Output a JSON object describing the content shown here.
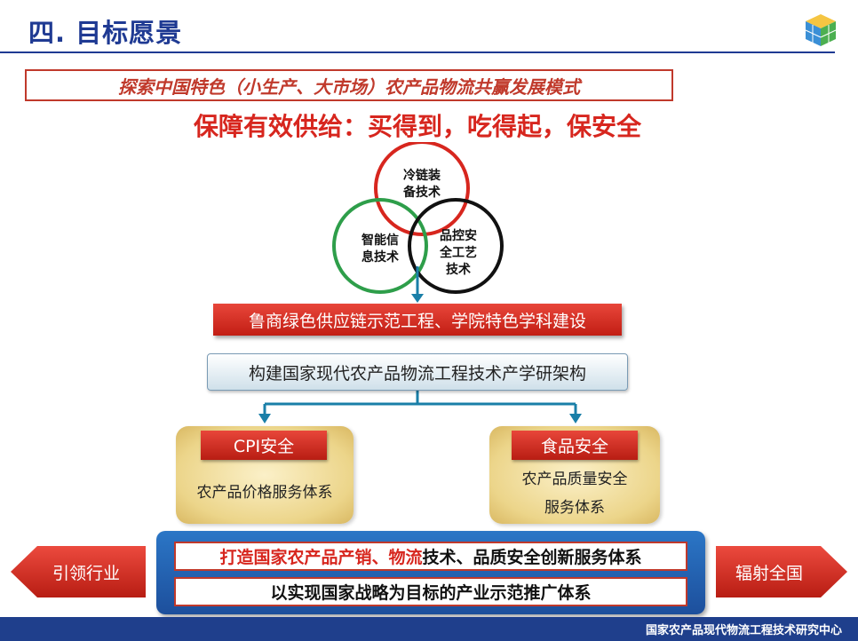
{
  "header": {
    "title": "四. 目标愿景"
  },
  "banner": {
    "text": "探索中国特色（小生产、大市场）农产品物流共赢发展模式"
  },
  "slogan": {
    "text": "保障有效供给：买得到，吃得起，保安全"
  },
  "venn": {
    "circles": [
      {
        "label_line1": "冷链装",
        "label_line2": "备技术",
        "color": "#d7261e"
      },
      {
        "label_line1": "智能信",
        "label_line2": "息技术",
        "color": "#2e9e4a"
      },
      {
        "label_line1": "品控安",
        "label_line2": "全工艺",
        "label_line3": "技术",
        "color": "#111111"
      }
    ]
  },
  "red_bar": {
    "text": "鲁商绿色供应链示范工程、学院特色学科建设"
  },
  "grey_bar": {
    "text": "构建国家现代农产品物流工程技术产学研架构"
  },
  "left_box": {
    "tag": "CPI安全",
    "text": "农产品价格服务体系"
  },
  "right_box": {
    "tag": "食品安全",
    "text_line1": "农产品质量安全",
    "text_line2": "服务体系"
  },
  "bottom": {
    "row1_red": "打造国家农产品产销、物流",
    "row1_black": "技术、品质安全创新服务体系",
    "row2": "以实现国家战略为目标的产业示范推广体系",
    "left_arrow": "引领行业",
    "right_arrow": "辐射全国"
  },
  "footer": {
    "text": "国家农产品现代物流工程技术研究中心"
  },
  "colors": {
    "accent_red": "#d7261e",
    "title_blue": "#1f3a93",
    "connector_teal": "#1a7fa8"
  }
}
